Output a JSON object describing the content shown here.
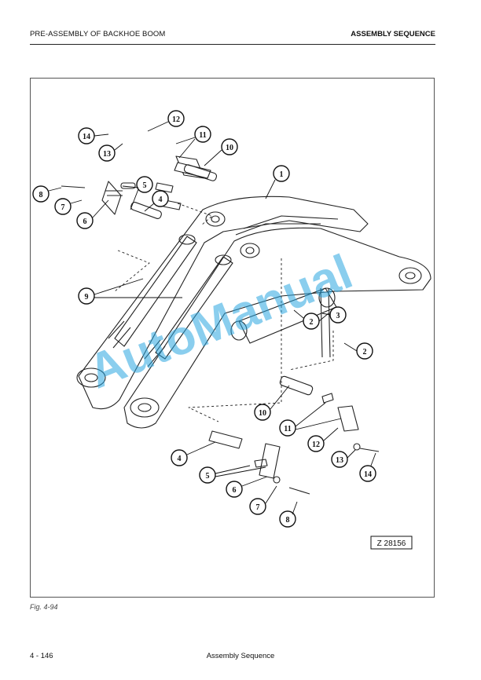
{
  "header": {
    "left_title": "PRE-ASSEMBLY OF BACKHOE BOOM",
    "right_title": "ASSEMBLY SEQUENCE"
  },
  "figure": {
    "drawing_code": "Z 28156",
    "caption": "Fig. 4-94",
    "callouts": [
      "1",
      "2",
      "2",
      "3",
      "4",
      "4",
      "5",
      "5",
      "6",
      "6",
      "7",
      "7",
      "8",
      "8",
      "9",
      "10",
      "10",
      "11",
      "11",
      "12",
      "12",
      "13",
      "13",
      "14",
      "14"
    ]
  },
  "watermark": "AutoManual",
  "footer": {
    "page_number": "4 - 146",
    "section_title": "Assembly Sequence"
  }
}
